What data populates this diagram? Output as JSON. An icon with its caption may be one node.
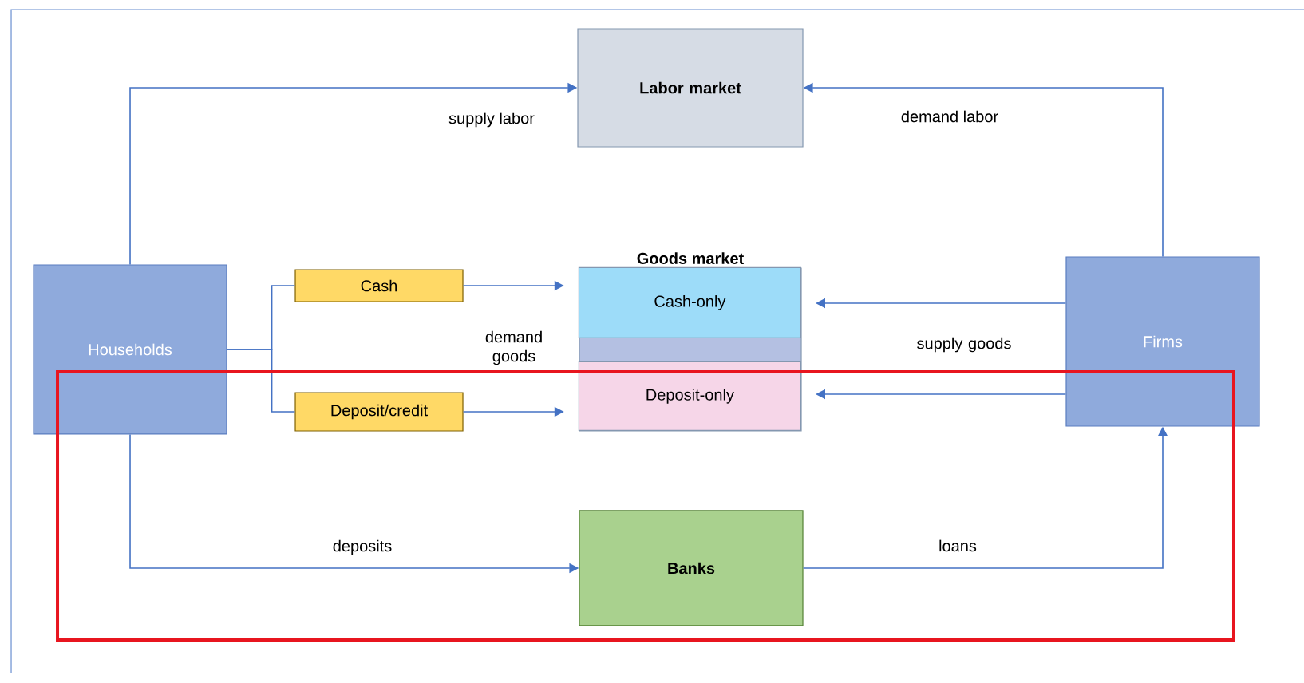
{
  "diagram": {
    "nodes": [
      {
        "text": [
          "Labor market"
        ]
      },
      {
        "text": [
          "Households"
        ]
      },
      {
        "text": [
          "Cash"
        ]
      },
      {
        "text": [
          "Deposit/credit"
        ]
      },
      {
        "text": [
          "Goods market"
        ]
      },
      {
        "text": [
          "Cash-only"
        ],
        "in": 4
      },
      {
        "text": [
          "Deposit-only"
        ],
        "in": 4
      },
      {
        "text": [
          "Firms"
        ]
      },
      {
        "text": [
          "Banks"
        ]
      }
    ],
    "edges": [
      {
        "from": 1,
        "to": 0,
        "arrow": "to",
        "label": "supply labor"
      },
      {
        "from": 7,
        "to": 0,
        "arrow": "to",
        "label": "demand labor"
      },
      {
        "from": 1,
        "to": 2,
        "arrow": "none"
      },
      {
        "from": 1,
        "to": 3,
        "arrow": "none"
      },
      {
        "from": 2,
        "to": 5,
        "arrow": "to"
      },
      {
        "from": 3,
        "to": 6,
        "arrow": "to"
      },
      {
        "from": 7,
        "to": 5,
        "arrow": "to"
      },
      {
        "from": 7,
        "to": 6,
        "arrow": "to"
      },
      {
        "from": 1,
        "to": 8,
        "arrow": "to",
        "label": "deposits"
      },
      {
        "from": 8,
        "to": 7,
        "arrow": "to",
        "label": "loans"
      }
    ],
    "labels": [
      "demand goods",
      "supply goods"
    ]
  }
}
